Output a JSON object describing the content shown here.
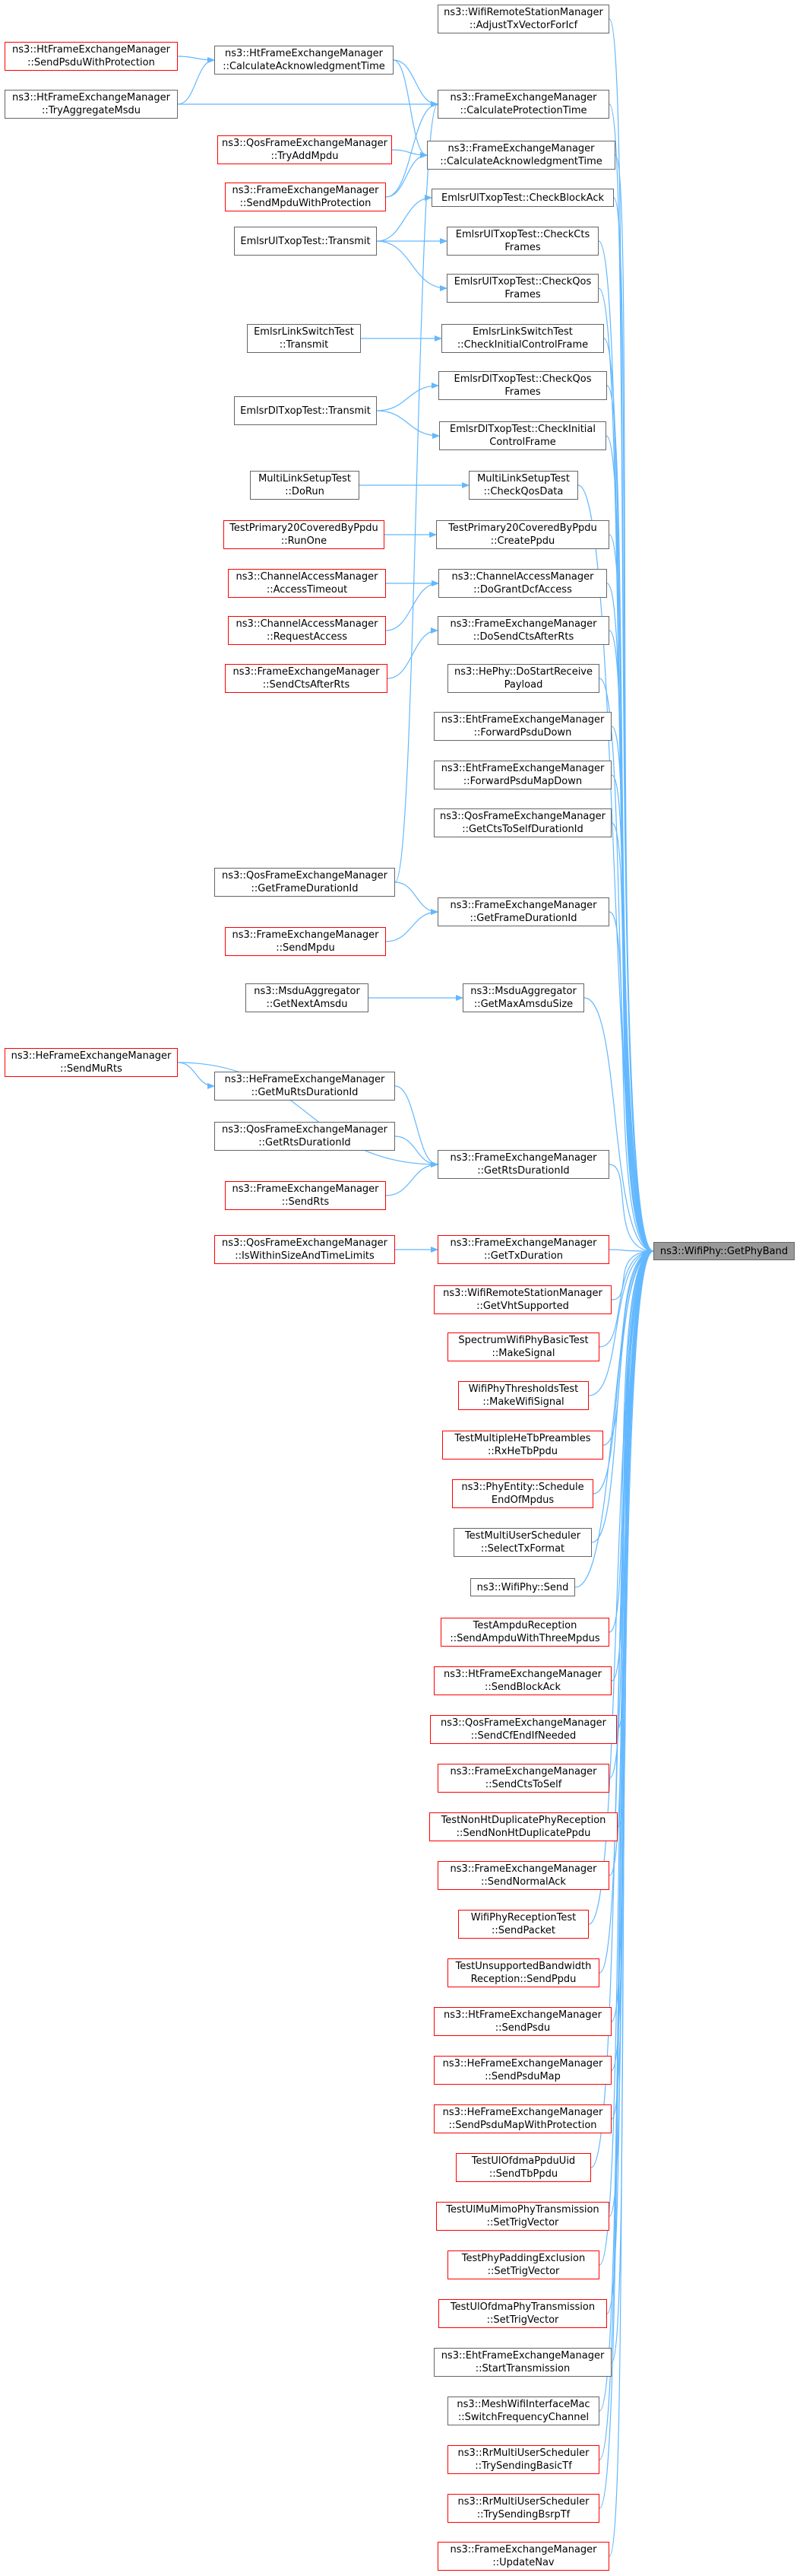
{
  "target": {
    "id": "T",
    "lines": [
      "ns3::WifiPhy::GetPhyBand"
    ]
  },
  "colors": {
    "edge": "#63b8ff",
    "node_border": "#666666",
    "incomplete_border": "#ff0000",
    "target_fill": "#999999"
  },
  "nodes": [
    {
      "id": "m1",
      "lines": [
        "ns3::WifiRemoteStationManager",
        "::AdjustTxVectorForIcf"
      ],
      "red": false
    },
    {
      "id": "m2",
      "lines": [
        "ns3::FrameExchangeManager",
        "::CalculateProtectionTime"
      ],
      "red": false
    },
    {
      "id": "m3",
      "lines": [
        "ns3::FrameExchangeManager",
        "::CalculateAcknowledgmentTime"
      ],
      "red": false
    },
    {
      "id": "m4",
      "lines": [
        "EmlsrUlTxopTest::CheckBlockAck"
      ],
      "red": false
    },
    {
      "id": "m5",
      "lines": [
        "EmlsrUlTxopTest::CheckCts",
        "Frames"
      ],
      "red": false
    },
    {
      "id": "m6",
      "lines": [
        "EmlsrUlTxopTest::CheckQos",
        "Frames"
      ],
      "red": false
    },
    {
      "id": "m7",
      "lines": [
        "EmlsrLinkSwitchTest",
        "::CheckInitialControlFrame"
      ],
      "red": false
    },
    {
      "id": "m8",
      "lines": [
        "EmlsrDlTxopTest::CheckQos",
        "Frames"
      ],
      "red": false
    },
    {
      "id": "m9",
      "lines": [
        "EmlsrDlTxopTest::CheckInitial",
        "ControlFrame"
      ],
      "red": false
    },
    {
      "id": "m10",
      "lines": [
        "MultiLinkSetupTest",
        "::CheckQosData"
      ],
      "red": false
    },
    {
      "id": "m11",
      "lines": [
        "TestPrimary20CoveredByPpdu",
        "::CreatePpdu"
      ],
      "red": false
    },
    {
      "id": "m12",
      "lines": [
        "ns3::ChannelAccessManager",
        "::DoGrantDcfAccess"
      ],
      "red": false
    },
    {
      "id": "m13",
      "lines": [
        "ns3::FrameExchangeManager",
        "::DoSendCtsAfterRts"
      ],
      "red": false
    },
    {
      "id": "m14",
      "lines": [
        "ns3::HePhy::DoStartReceive",
        "Payload"
      ],
      "red": false
    },
    {
      "id": "m15",
      "lines": [
        "ns3::EhtFrameExchangeManager",
        "::ForwardPsduDown"
      ],
      "red": false
    },
    {
      "id": "m16",
      "lines": [
        "ns3::EhtFrameExchangeManager",
        "::ForwardPsduMapDown"
      ],
      "red": false
    },
    {
      "id": "m17",
      "lines": [
        "ns3::QosFrameExchangeManager",
        "::GetCtsToSelfDurationId"
      ],
      "red": false
    },
    {
      "id": "m18",
      "lines": [
        "ns3::FrameExchangeManager",
        "::GetFrameDurationId"
      ],
      "red": false
    },
    {
      "id": "m19",
      "lines": [
        "ns3::MsduAggregator",
        "::GetMaxAmsduSize"
      ],
      "red": false
    },
    {
      "id": "m20",
      "lines": [
        "ns3::FrameExchangeManager",
        "::GetRtsDurationId"
      ],
      "red": false
    },
    {
      "id": "m21",
      "lines": [
        "ns3::FrameExchangeManager",
        "::GetTxDuration"
      ],
      "red": true
    },
    {
      "id": "m22",
      "lines": [
        "ns3::WifiRemoteStationManager",
        "::GetVhtSupported"
      ],
      "red": true
    },
    {
      "id": "m23",
      "lines": [
        "SpectrumWifiPhyBasicTest",
        "::MakeSignal"
      ],
      "red": true
    },
    {
      "id": "m24",
      "lines": [
        "WifiPhyThresholdsTest",
        "::MakeWifiSignal"
      ],
      "red": true
    },
    {
      "id": "m25",
      "lines": [
        "TestMultipleHeTbPreambles",
        "::RxHeTbPpdu"
      ],
      "red": true
    },
    {
      "id": "m26",
      "lines": [
        "ns3::PhyEntity::Schedule",
        "EndOfMpdus"
      ],
      "red": true
    },
    {
      "id": "m27",
      "lines": [
        "TestMultiUserScheduler",
        "::SelectTxFormat"
      ],
      "red": false
    },
    {
      "id": "m28",
      "lines": [
        "ns3::WifiPhy::Send"
      ],
      "red": false
    },
    {
      "id": "m29",
      "lines": [
        "TestAmpduReception",
        "::SendAmpduWithThreeMpdus"
      ],
      "red": true
    },
    {
      "id": "m30",
      "lines": [
        "ns3::HtFrameExchangeManager",
        "::SendBlockAck"
      ],
      "red": true
    },
    {
      "id": "m31",
      "lines": [
        "ns3::QosFrameExchangeManager",
        "::SendCfEndIfNeeded"
      ],
      "red": true
    },
    {
      "id": "m32",
      "lines": [
        "ns3::FrameExchangeManager",
        "::SendCtsToSelf"
      ],
      "red": true
    },
    {
      "id": "m33",
      "lines": [
        "TestNonHtDuplicatePhyReception",
        "::SendNonHtDuplicatePpdu"
      ],
      "red": true
    },
    {
      "id": "m34",
      "lines": [
        "ns3::FrameExchangeManager",
        "::SendNormalAck"
      ],
      "red": true
    },
    {
      "id": "m35",
      "lines": [
        "WifiPhyReceptionTest",
        "::SendPacket"
      ],
      "red": true
    },
    {
      "id": "m36",
      "lines": [
        "TestUnsupportedBandwidth",
        "Reception::SendPpdu"
      ],
      "red": true
    },
    {
      "id": "m37",
      "lines": [
        "ns3::HtFrameExchangeManager",
        "::SendPsdu"
      ],
      "red": true
    },
    {
      "id": "m38",
      "lines": [
        "ns3::HeFrameExchangeManager",
        "::SendPsduMap"
      ],
      "red": true
    },
    {
      "id": "m39",
      "lines": [
        "ns3::HeFrameExchangeManager",
        "::SendPsduMapWithProtection"
      ],
      "red": true
    },
    {
      "id": "m40",
      "lines": [
        "TestUlOfdmaPpduUid",
        "::SendTbPpdu"
      ],
      "red": true
    },
    {
      "id": "m41",
      "lines": [
        "TestUlMuMimoPhyTransmission",
        "::SetTrigVector"
      ],
      "red": true
    },
    {
      "id": "m42",
      "lines": [
        "TestPhyPaddingExclusion",
        "::SetTrigVector"
      ],
      "red": true
    },
    {
      "id": "m43",
      "lines": [
        "TestUlOfdmaPhyTransmission",
        "::SetTrigVector"
      ],
      "red": true
    },
    {
      "id": "m44",
      "lines": [
        "ns3::EhtFrameExchangeManager",
        "::StartTransmission"
      ],
      "red": false
    },
    {
      "id": "m45",
      "lines": [
        "ns3::MeshWifiInterfaceMac",
        "::SwitchFrequencyChannel"
      ],
      "red": false
    },
    {
      "id": "m46",
      "lines": [
        "ns3::RrMultiUserScheduler",
        "::TrySendingBasicTf"
      ],
      "red": true
    },
    {
      "id": "m47",
      "lines": [
        "ns3::RrMultiUserScheduler",
        "::TrySendingBsrpTf"
      ],
      "red": true
    },
    {
      "id": "m48",
      "lines": [
        "ns3::FrameExchangeManager",
        "::UpdateNav"
      ],
      "red": true
    },
    {
      "id": "l1",
      "lines": [
        "ns3::HtFrameExchangeManager",
        "::CalculateAcknowledgmentTime"
      ],
      "red": false
    },
    {
      "id": "l2",
      "lines": [
        "ns3::QosFrameExchangeManager",
        "::TryAddMpdu"
      ],
      "red": true
    },
    {
      "id": "l3",
      "lines": [
        "ns3::FrameExchangeManager",
        "::SendMpduWithProtection"
      ],
      "red": true
    },
    {
      "id": "l4",
      "lines": [
        "EmlsrUlTxopTest::Transmit"
      ],
      "red": false
    },
    {
      "id": "l5",
      "lines": [
        "EmlsrLinkSwitchTest",
        "::Transmit"
      ],
      "red": false
    },
    {
      "id": "l6",
      "lines": [
        "EmlsrDlTxopTest::Transmit"
      ],
      "red": false
    },
    {
      "id": "l7",
      "lines": [
        "MultiLinkSetupTest",
        "::DoRun"
      ],
      "red": false
    },
    {
      "id": "l8",
      "lines": [
        "TestPrimary20CoveredByPpdu",
        "::RunOne"
      ],
      "red": true
    },
    {
      "id": "l9",
      "lines": [
        "ns3::ChannelAccessManager",
        "::AccessTimeout"
      ],
      "red": true
    },
    {
      "id": "l10",
      "lines": [
        "ns3::ChannelAccessManager",
        "::RequestAccess"
      ],
      "red": true
    },
    {
      "id": "l11",
      "lines": [
        "ns3::FrameExchangeManager",
        "::SendCtsAfterRts"
      ],
      "red": true
    },
    {
      "id": "l12",
      "lines": [
        "ns3::QosFrameExchangeManager",
        "::GetFrameDurationId"
      ],
      "red": false
    },
    {
      "id": "l13",
      "lines": [
        "ns3::FrameExchangeManager",
        "::SendMpdu"
      ],
      "red": true
    },
    {
      "id": "l14",
      "lines": [
        "ns3::MsduAggregator",
        "::GetNextAmsdu"
      ],
      "red": false
    },
    {
      "id": "l15",
      "lines": [
        "ns3::HeFrameExchangeManager",
        "::GetMuRtsDurationId"
      ],
      "red": false
    },
    {
      "id": "l16",
      "lines": [
        "ns3::QosFrameExchangeManager",
        "::GetRtsDurationId"
      ],
      "red": false
    },
    {
      "id": "l17",
      "lines": [
        "ns3::FrameExchangeManager",
        "::SendRts"
      ],
      "red": true
    },
    {
      "id": "l18",
      "lines": [
        "ns3::QosFrameExchangeManager",
        "::IsWithinSizeAndTimeLimits"
      ],
      "red": true
    },
    {
      "id": "f1",
      "lines": [
        "ns3::HtFrameExchangeManager",
        "::SendPsduWithProtection"
      ],
      "red": true
    },
    {
      "id": "f2",
      "lines": [
        "ns3::HtFrameExchangeManager",
        "::TryAggregateMsdu"
      ],
      "red": false
    },
    {
      "id": "f3",
      "lines": [
        "ns3::HeFrameExchangeManager",
        "::SendMuRts"
      ],
      "red": true
    }
  ],
  "edges": [
    [
      "l1",
      "m3"
    ],
    [
      "l2",
      "m3"
    ],
    [
      "l3",
      "m2"
    ],
    [
      "l3",
      "m3"
    ],
    [
      "l4",
      "m4"
    ],
    [
      "l4",
      "m5"
    ],
    [
      "l4",
      "m6"
    ],
    [
      "l5",
      "m7"
    ],
    [
      "l6",
      "m8"
    ],
    [
      "l6",
      "m9"
    ],
    [
      "l7",
      "m10"
    ],
    [
      "l8",
      "m11"
    ],
    [
      "l9",
      "m12"
    ],
    [
      "l10",
      "m12"
    ],
    [
      "l11",
      "m13"
    ],
    [
      "l12",
      "m18"
    ],
    [
      "l13",
      "m18"
    ],
    [
      "l14",
      "m19"
    ],
    [
      "l15",
      "m20"
    ],
    [
      "l16",
      "m20"
    ],
    [
      "l17",
      "m20"
    ],
    [
      "l18",
      "m21"
    ],
    [
      "f1",
      "l1"
    ],
    [
      "f2",
      "l1"
    ],
    [
      "f2",
      "m2"
    ],
    [
      "f3",
      "l15"
    ],
    [
      "f3",
      "m20"
    ],
    [
      "l1",
      "m2"
    ],
    [
      "l12",
      "m2"
    ]
  ]
}
